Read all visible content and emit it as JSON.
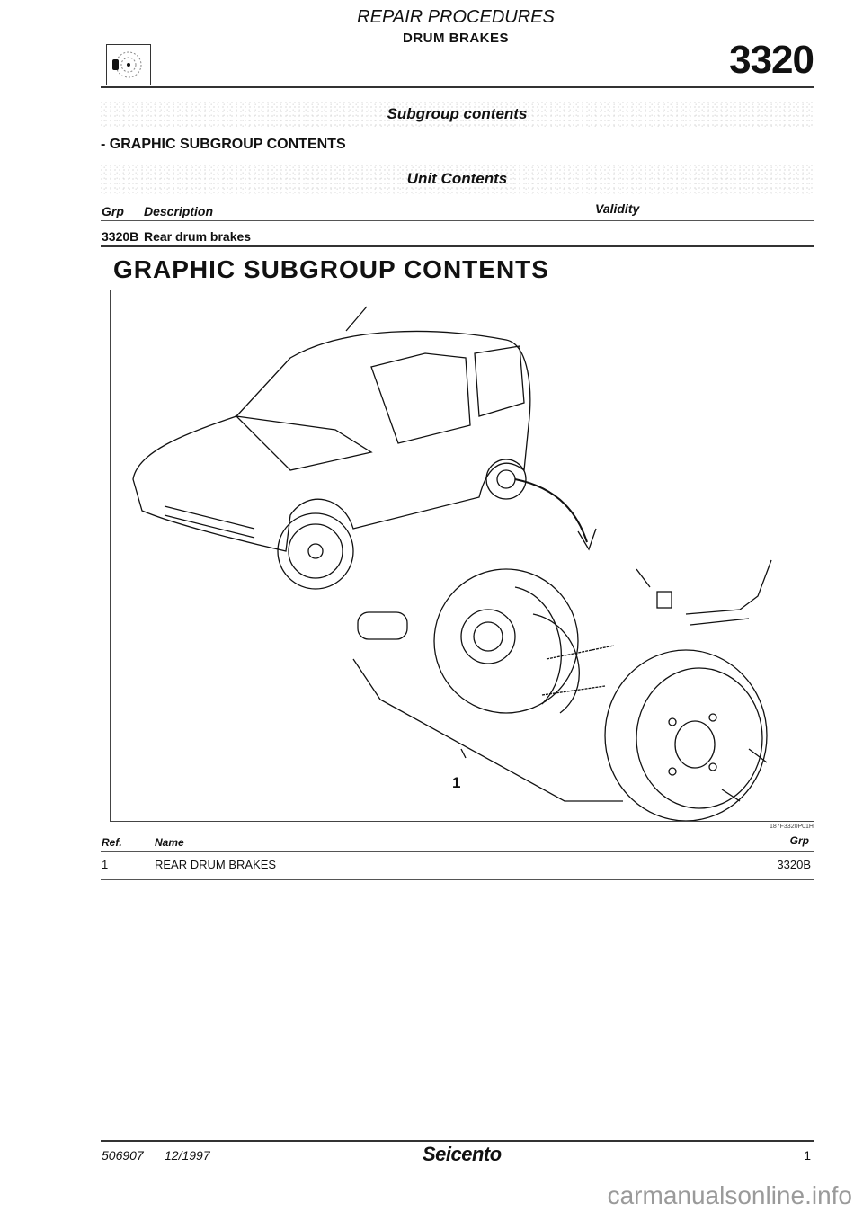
{
  "header": {
    "section": "REPAIR PROCEDURES",
    "subject": "DRUM BRAKES",
    "code": "3320"
  },
  "subgroup_band": "Subgroup contents",
  "list_heading": "- GRAPHIC SUBGROUP CONTENTS",
  "unit_band": "Unit Contents",
  "unit_table": {
    "columns": [
      "Grp",
      "Description",
      "Validity"
    ],
    "rows": [
      {
        "grp": "3320B",
        "description": "Rear drum brakes",
        "validity": ""
      }
    ]
  },
  "graphic_title": "GRAPHIC SUBGROUP CONTENTS",
  "figure": {
    "callout": "1",
    "image_code": "187F3320P01H"
  },
  "ref_table": {
    "columns": [
      "Ref.",
      "Name",
      "Grp"
    ],
    "rows": [
      {
        "ref": "1",
        "name": "REAR DRUM BRAKES",
        "grp": "3320B"
      }
    ]
  },
  "footer": {
    "doc_number": "506907",
    "date": "12/1997",
    "brand": "Seicento",
    "page": "1"
  },
  "watermark": "carmanualsonline.info"
}
